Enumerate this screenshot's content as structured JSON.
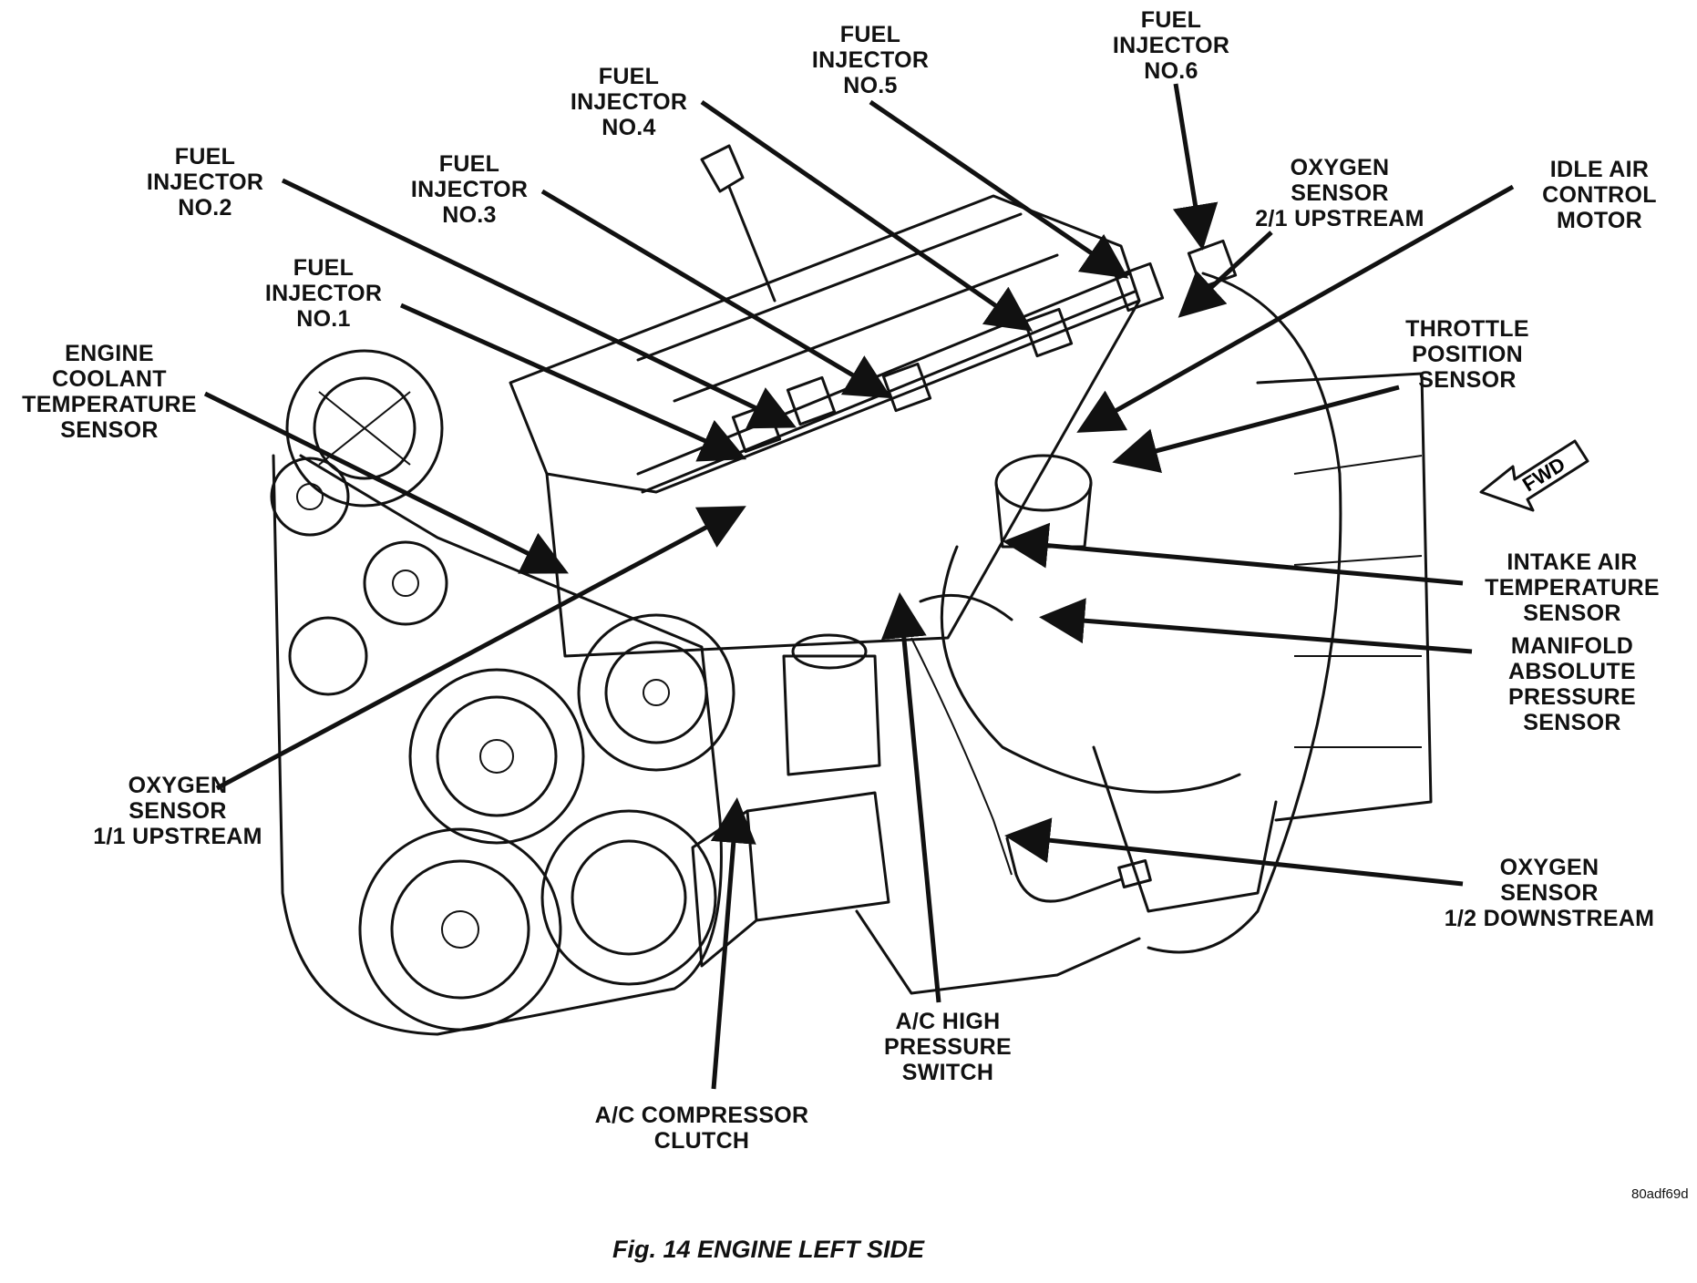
{
  "labels": {
    "fuel_injector_1": [
      "FUEL",
      "INJECTOR",
      "NO.1"
    ],
    "fuel_injector_2": [
      "FUEL",
      "INJECTOR",
      "NO.2"
    ],
    "fuel_injector_3": [
      "FUEL",
      "INJECTOR",
      "NO.3"
    ],
    "fuel_injector_4": [
      "FUEL",
      "INJECTOR",
      "NO.4"
    ],
    "fuel_injector_5": [
      "FUEL",
      "INJECTOR",
      "NO.5"
    ],
    "fuel_injector_6": [
      "FUEL",
      "INJECTOR",
      "NO.6"
    ],
    "oxygen_sensor_21": [
      "OXYGEN",
      "SENSOR",
      "2/1 UPSTREAM"
    ],
    "idle_air_control": [
      "IDLE AIR",
      "CONTROL",
      "MOTOR"
    ],
    "throttle_position": [
      "THROTTLE",
      "POSITION",
      "SENSOR"
    ],
    "engine_coolant": [
      "ENGINE",
      "COOLANT",
      "TEMPERATURE",
      "SENSOR"
    ],
    "intake_air_temp": [
      "INTAKE AIR",
      "TEMPERATURE",
      "SENSOR"
    ],
    "map_sensor": [
      "MANIFOLD",
      "ABSOLUTE",
      "PRESSURE",
      "SENSOR"
    ],
    "oxygen_sensor_11": [
      "OXYGEN",
      "SENSOR",
      "1/1 UPSTREAM"
    ],
    "oxygen_sensor_12": [
      "OXYGEN",
      "SENSOR",
      "1/2 DOWNSTREAM"
    ],
    "ac_high_pressure": [
      "A/C HIGH",
      "PRESSURE",
      "SWITCH"
    ],
    "ac_compressor": [
      "A/C COMPRESSOR",
      "CLUTCH"
    ]
  },
  "fwd_arrow": "FWD",
  "doc_code": "80adf69d",
  "caption": "Fig. 14 ENGINE LEFT SIDE"
}
